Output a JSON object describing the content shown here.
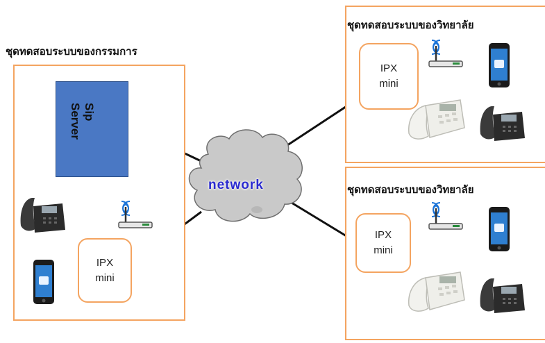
{
  "committee": {
    "title": "ชุดทดสอบระบบของกรรมการ",
    "sip_server_line1": "Sip",
    "sip_server_line2": "Server",
    "ipx_line1": "IPX",
    "ipx_line2": "mini"
  },
  "university_top": {
    "title": "ชุดทดสอบระบบของวิทยาลัย",
    "ipx_line1": "IPX",
    "ipx_line2": "mini"
  },
  "university_bottom": {
    "title": "ชุดทดสอบระบบของวิทยาลัย",
    "ipx_line1": "IPX",
    "ipx_line2": "mini"
  },
  "network": {
    "label": "network"
  },
  "colors": {
    "panel_border": "#f4a460",
    "sip_server": "#4a78c4",
    "cloud": "#c8c8c8",
    "network_text": "#2a2ad0"
  },
  "icons": [
    "router-icon",
    "mobile-phone-icon",
    "desk-phone-icon",
    "white-desk-phone-icon",
    "cloud-icon"
  ]
}
